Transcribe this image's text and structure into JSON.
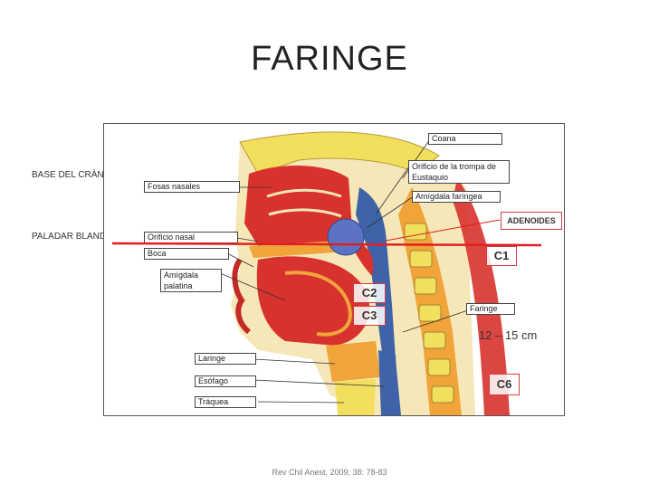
{
  "slide": {
    "title": "FARINGE",
    "citation": "Rev Chil Anest, 2009; 38: 78-83"
  },
  "side_labels": {
    "base_craneo": "BASE DEL CRÀNEO",
    "paladar_blando": "PALADAR BLANDO"
  },
  "figure_labels": {
    "coana": "Coana",
    "orificio_trompa": "Orificio de la trompa de Eustaquio",
    "amigdala_faringea": "Amígdala faríngea",
    "fosas_nasales": "Fosas nasales",
    "orificio_nasal": "Orificio nasal",
    "boca": "Boca",
    "amigdala_palatina": "Amígdala palatina",
    "faringe": "Faringe",
    "laringe": "Laringe",
    "esofago": "Esófago",
    "traquea": "Tráquea"
  },
  "annotations": {
    "adenoides": "ADENOIDES",
    "c1": "C1",
    "c2": "C2",
    "c3": "C3",
    "c6": "C6",
    "length": "12 – 15 cm"
  },
  "colors": {
    "marker_red": "#e02020",
    "box_border": "#d43c3c",
    "tissue_red": "#d8322e",
    "tissue_orange": "#f0a43a",
    "bone_yellow": "#f2df5e",
    "airway_blue": "#3f63a8",
    "adenoid_blue": "#5b73c2"
  }
}
